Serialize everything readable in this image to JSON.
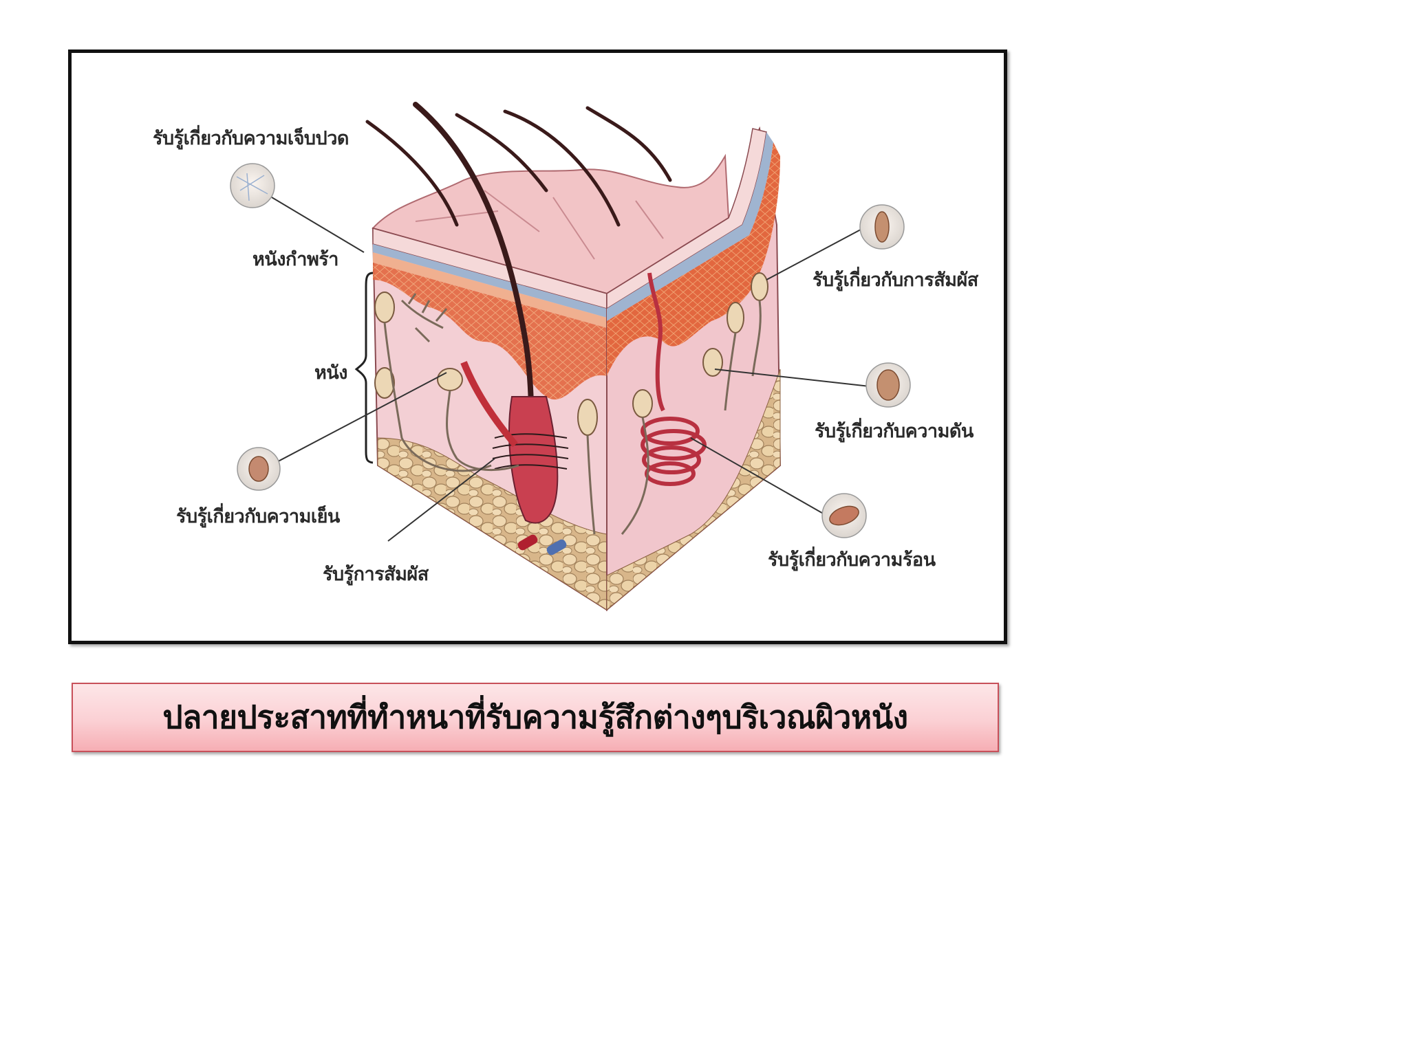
{
  "labels": {
    "pain": "รับรู้เกี่ยวกับความเจ็บปวด",
    "epidermis": "หนังกำพร้า",
    "dermis": "หนัง",
    "cold": "รับรู้เกี่ยวกับความเย็น",
    "touch_bottom": "รับรู้การสัมผัส",
    "touch_right": "รับรู้เกี่ยวกับการสัมผัส",
    "pressure": "รับรู้เกี่ยวกับความดัน",
    "heat": "รับรู้เกี่ยวกับความร้อน"
  },
  "caption": "ปลายประสาทที่ทำหนาที่รับความรู้สึกต่างๆบริเวณผิวหนัง",
  "colors": {
    "frame_border": "#111111",
    "caption_border": "#c8505a",
    "caption_fill": "#fbd0d4",
    "skin_surface": "#f2c4c6",
    "epidermis_red": "#d9483a",
    "dermis_pink": "#f3cfd4",
    "fat": "#e8caa0",
    "hair": "#3a1a1a"
  }
}
